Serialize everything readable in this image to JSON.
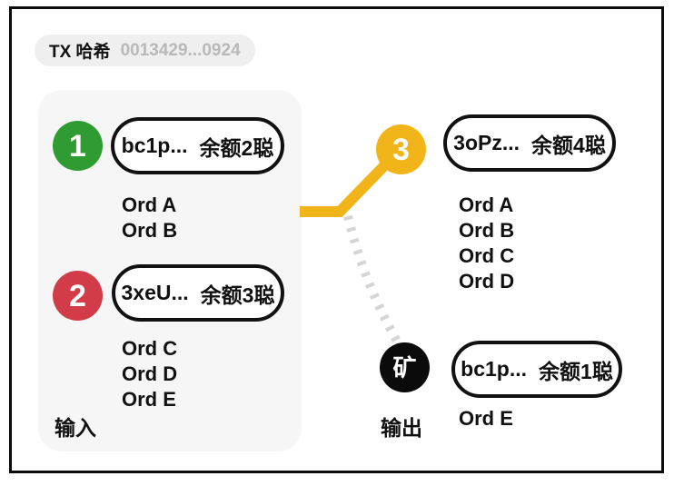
{
  "header": {
    "tx_label": "TX 哈希",
    "tx_hash": "0013429...0924"
  },
  "colors": {
    "input_1_badge": "#2e9c31",
    "input_2_badge": "#d23c48",
    "output_3_badge": "#f1b51a",
    "miner_badge": "#0b0b0b",
    "transfer_link": "#f1b51a",
    "fee_link": "#d5d5d5",
    "input_box_bg": "#f6f6f6",
    "tx_badge_bg": "#efefef",
    "tx_hash_text": "#b9b9b9",
    "pill_border": "#111111"
  },
  "inputs": {
    "section_label": "输入",
    "items": [
      {
        "badge": "1",
        "address": "bc1p...",
        "balance": "余额2聪",
        "ords": [
          "Ord A",
          "Ord B"
        ]
      },
      {
        "badge": "2",
        "address": "3xeU...",
        "balance": "余额3聪",
        "ords": [
          "Ord C",
          "Ord D",
          "Ord E"
        ]
      }
    ]
  },
  "outputs": {
    "section_label": "输出",
    "items": [
      {
        "badge": "3",
        "address": "3oPz...",
        "balance": "余额4聪",
        "ords": [
          "Ord A",
          "Ord B",
          "Ord C",
          "Ord D"
        ]
      },
      {
        "badge": "矿",
        "address": "bc1p...",
        "balance": "余额1聪",
        "ords": [
          "Ord E"
        ]
      }
    ]
  }
}
